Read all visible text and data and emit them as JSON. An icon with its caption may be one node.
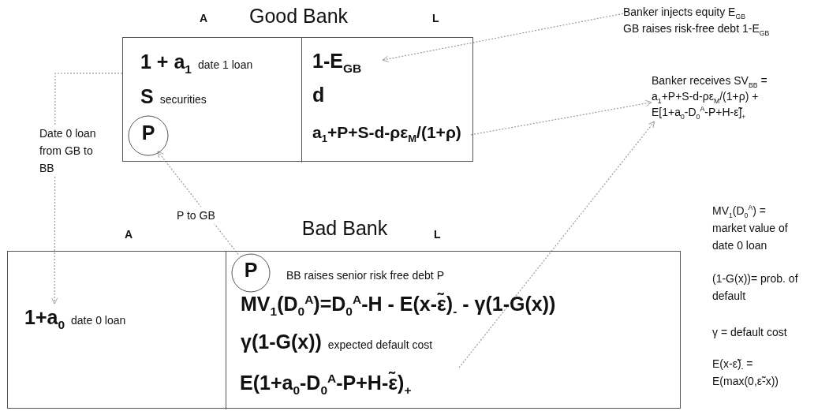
{
  "diagram": {
    "nodes": [
      {
        "text": [
          "Good Bank"
        ]
      },
      {
        "text": [
          "1 + a$_{1}$",
          "date 1 loan",
          "S",
          "securities"
        ],
        "in": 0
      },
      {
        "text": [
          "P"
        ],
        "in": 1
      },
      {
        "text": [
          "d"
        ],
        "in": 0
      },
      {
        "text": [
          "1-E$_{GB}$"
        ],
        "in": 3
      },
      {
        "text": [
          "a$_{1}$+P+S-d-ρε$_{M}$/(1+ρ)"
        ],
        "in": 3
      },
      {
        "text": [
          "Banker injects equity E$_{GB}$",
          "GB raises risk-free debt 1-E$_{GB}$"
        ]
      },
      {
        "text": [
          "Banker receives SV$_{BB}$ = a$_{1}$+P+S-d-ρε$_{M}$/(1+ρ) + E[1+a$_{0}$-D$_{0}$$^{A}$-P+H-ε̃]$_{+}$"
        ]
      },
      {
        "text": [
          "Bad Bank"
        ]
      },
      {
        "text": [],
        "shape": "box",
        "in": 8
      },
      {
        "text": [
          "1+a$_{0}$",
          "date 0 loan"
        ],
        "in": 9
      },
      {
        "text": [
          "BB raises senior risk free debt P",
          "MV$_{1}$(D$_{0}$$^{A}$)=D$_{0}$$^{A}$-H - E(x-ε̃)$_{-}$ - γ(1-G(x))",
          "γ(1-G(x))",
          "expected default cost"
        ],
        "in": 8
      },
      {
        "text": [
          "P"
        ],
        "in": 11
      },
      {
        "text": [
          "E(1+a$_{0}$-D$_{0}$$^{A}$-P+H-ε̃)$_{+}$"
        ],
        "in": 11
      }
    ],
    "edges": [
      {
        "from": 1,
        "to": 10,
        "arrow": "to",
        "label": "Date 0 loan from GB to BB"
      },
      {
        "from": 12,
        "to": 2,
        "arrow": "to",
        "label": "P to GB"
      },
      {
        "from": 5,
        "to": 7,
        "arrow": "to"
      },
      {
        "from": 13,
        "to": 7,
        "arrow": "to"
      },
      {
        "from": 6,
        "to": 4,
        "arrow": "to"
      }
    ],
    "labels": [
      "A",
      "L",
      "A",
      "L",
      "MV$_{1}$(D$_{0}$$^{A}$) = market value of date 0 loan",
      "(1-G(x))= prob. of default",
      "γ = default cost",
      "E(x-ε̃)$_{-}$ = E(max(0,ε̃-x))"
    ]
  }
}
